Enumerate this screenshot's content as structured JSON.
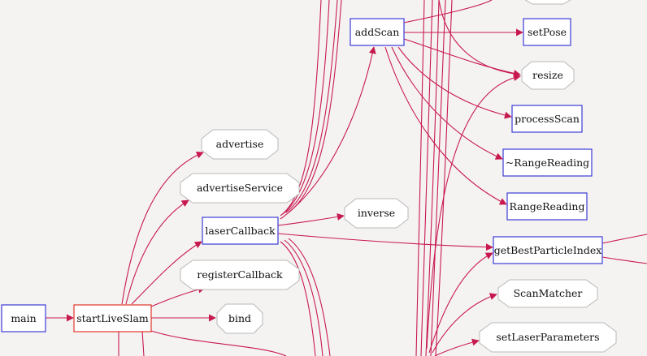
{
  "nodes": {
    "main": {
      "label": "main",
      "kind": "function"
    },
    "start_live_slam": {
      "label": "startLiveSlam",
      "kind": "root"
    },
    "advertise": {
      "label": "advertise",
      "kind": "external"
    },
    "advertise_service": {
      "label": "advertiseService",
      "kind": "external"
    },
    "laser_callback": {
      "label": "laserCallback",
      "kind": "function"
    },
    "register_callback": {
      "label": "registerCallback",
      "kind": "external"
    },
    "bind": {
      "label": "bind",
      "kind": "external"
    },
    "inverse": {
      "label": "inverse",
      "kind": "external"
    },
    "add_scan": {
      "label": "addScan",
      "kind": "function"
    },
    "set_pose": {
      "label": "setPose",
      "kind": "function"
    },
    "resize": {
      "label": "resize",
      "kind": "external"
    },
    "process_scan": {
      "label": "processScan",
      "kind": "function"
    },
    "range_reading_dtor": {
      "label": "~RangeReading",
      "kind": "function"
    },
    "range_reading": {
      "label": "RangeReading",
      "kind": "function"
    },
    "get_best_particle_index": {
      "label": "getBestParticleIndex",
      "kind": "function"
    },
    "scan_matcher": {
      "label": "ScanMatcher",
      "kind": "external"
    },
    "set_laser_parameters": {
      "label": "setLaserParameters",
      "kind": "external"
    }
  },
  "colors": {
    "edge": "#c8194f",
    "function_border": "#3b3bd6",
    "root_border": "#e0362c",
    "external_border": "#b8b8b8",
    "node_fill": "#ffffff",
    "background": "#f5f3f2"
  }
}
